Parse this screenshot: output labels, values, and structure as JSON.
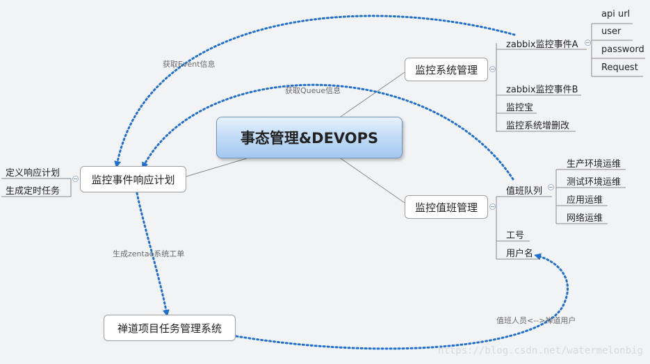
{
  "central": {
    "title": "事态管理&DEVOPS"
  },
  "branches": {
    "monitor_system": "监控系统管理",
    "monitor_duty": "监控值班管理",
    "event_response": "监控事件响应计划",
    "zentao": "禅道项目任务管理系统"
  },
  "monitor_system_children": {
    "zabbix_a": "zabbix监控事件A",
    "zabbix_b": "zabbix监控事件B",
    "jiankongbao": "监控宝",
    "crud": "监控系统增删改"
  },
  "zabbix_a_children": [
    "api url",
    "user",
    "password",
    "Request"
  ],
  "duty_children": {
    "queue": "值班队列",
    "job_no": "工号",
    "username": "用户名"
  },
  "queue_children": [
    "生产环境运维",
    "测试环境运维",
    "应用运维",
    "网络运维"
  ],
  "response_children": [
    "定义响应计划",
    "生成定时任务"
  ],
  "relations": {
    "get_event": "获取Event信息",
    "get_queue": "获取Queue信息",
    "gen_zentao": "生成zentao系统工单",
    "duty_user": "值班人员<-->禅道用户"
  },
  "watermark": "https://blog.csdn.net/watermelonbig",
  "colors": {
    "relation": "#1f6fd0",
    "line": "#8a8a8a",
    "central_border": "#6e93bd"
  }
}
